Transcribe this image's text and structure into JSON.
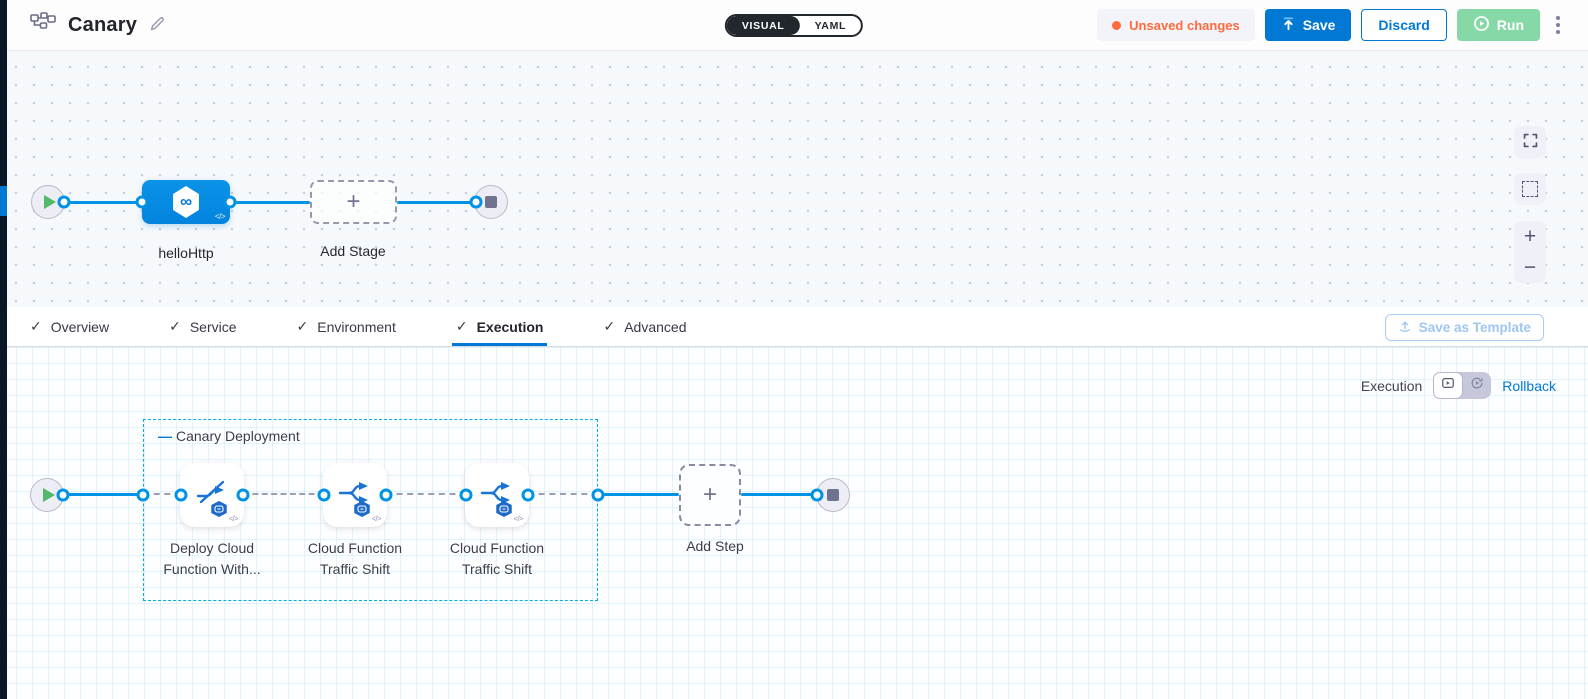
{
  "header": {
    "title": "Canary",
    "view_toggle": {
      "visual": "VISUAL",
      "yaml": "YAML"
    },
    "unsaved_changes": "Unsaved changes",
    "save": "Save",
    "discard": "Discard",
    "run": "Run"
  },
  "stage_graph": {
    "stage_name": "helloHttp",
    "add_stage": "Add Stage"
  },
  "tabs": {
    "items": [
      {
        "label": "Overview"
      },
      {
        "label": "Service"
      },
      {
        "label": "Environment"
      },
      {
        "label": "Execution"
      },
      {
        "label": "Advanced"
      }
    ],
    "active": "Execution",
    "save_as_template": "Save as Template"
  },
  "execution": {
    "panel_label": "Execution",
    "rollback_link": "Rollback",
    "group_name": "Canary Deployment",
    "steps": [
      {
        "name": "Deploy Cloud Function With..."
      },
      {
        "name": "Cloud Function Traffic Shift"
      },
      {
        "name": "Cloud Function Traffic Shift"
      }
    ],
    "add_step": "Add Step"
  },
  "glyphs": {
    "plus": "+",
    "minus": "−",
    "check": "✓",
    "infinity": "∞",
    "code": "</>",
    "group_dash": "—"
  },
  "colors": {
    "accent_blue": "#0278d5",
    "connector_blue": "#0092e4",
    "group_border_cyan": "#00ade4",
    "warning_orange": "#ff6b3d",
    "run_green": "#86d8a7",
    "start_green": "#52b96a",
    "toggle_dark": "#22272e"
  }
}
